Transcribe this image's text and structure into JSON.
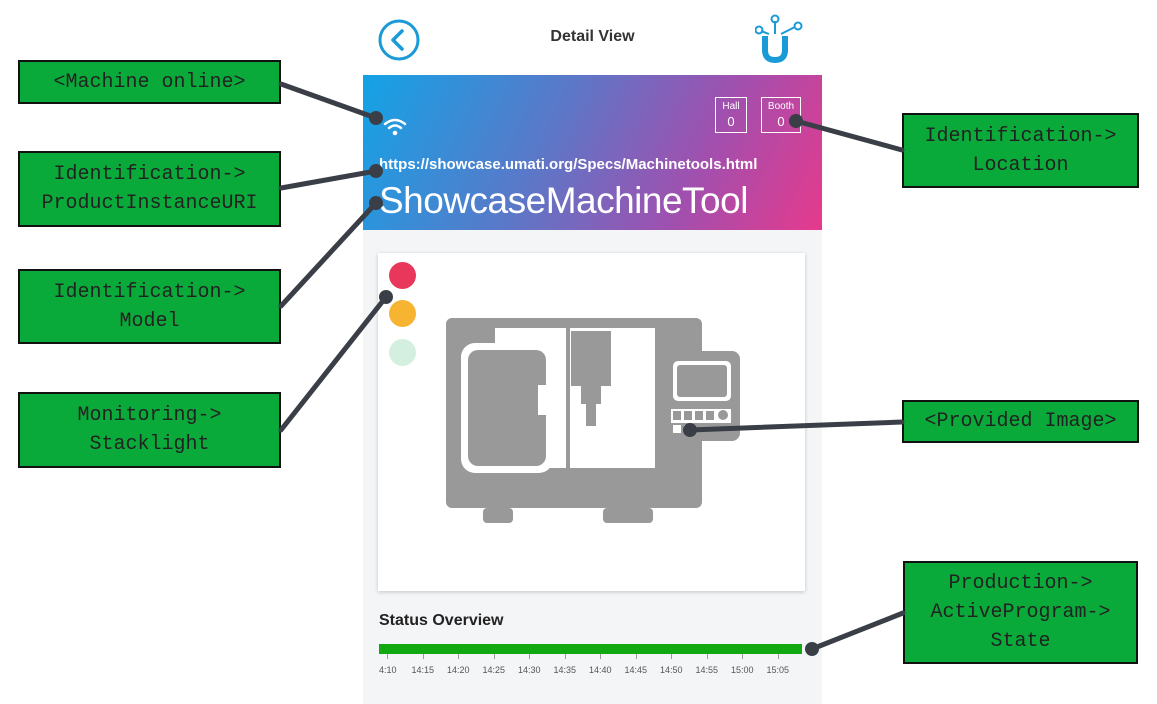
{
  "header": {
    "title": "Detail View"
  },
  "hero": {
    "location": {
      "hall_label": "Hall",
      "hall_value": "0",
      "booth_label": "Booth",
      "booth_value": "0"
    },
    "product_instance_uri": "https://showcase.umati.org/Specs/Machinetools.html",
    "model": "ShowcaseMachineTool"
  },
  "stacklight": [
    {
      "name": "red",
      "color": "#e8375a",
      "on": true
    },
    {
      "name": "yellow",
      "color": "#f6b431",
      "on": true
    },
    {
      "name": "green",
      "color": "#d4efe0",
      "on": false
    }
  ],
  "status": {
    "title": "Status Overview",
    "bar_color": "#12a812",
    "ticks": [
      "4:10",
      "14:15",
      "14:20",
      "14:25",
      "14:30",
      "14:35",
      "14:40",
      "14:45",
      "14:50",
      "14:55",
      "15:00",
      "15:05"
    ]
  },
  "annotations": {
    "machine_online": "<Machine online>",
    "product_uri": [
      "Identification->",
      "ProductInstanceURI"
    ],
    "model": [
      "Identification->",
      "Model"
    ],
    "stacklight": [
      "Monitoring->",
      "Stacklight"
    ],
    "location": [
      "Identification->",
      "Location"
    ],
    "provided_image": "<Provided Image>",
    "program_state": [
      "Production->",
      "ActiveProgram->",
      "State"
    ]
  },
  "colors": {
    "annotation_bg": "#0aaa3a",
    "accent": "#1a9ad6"
  }
}
